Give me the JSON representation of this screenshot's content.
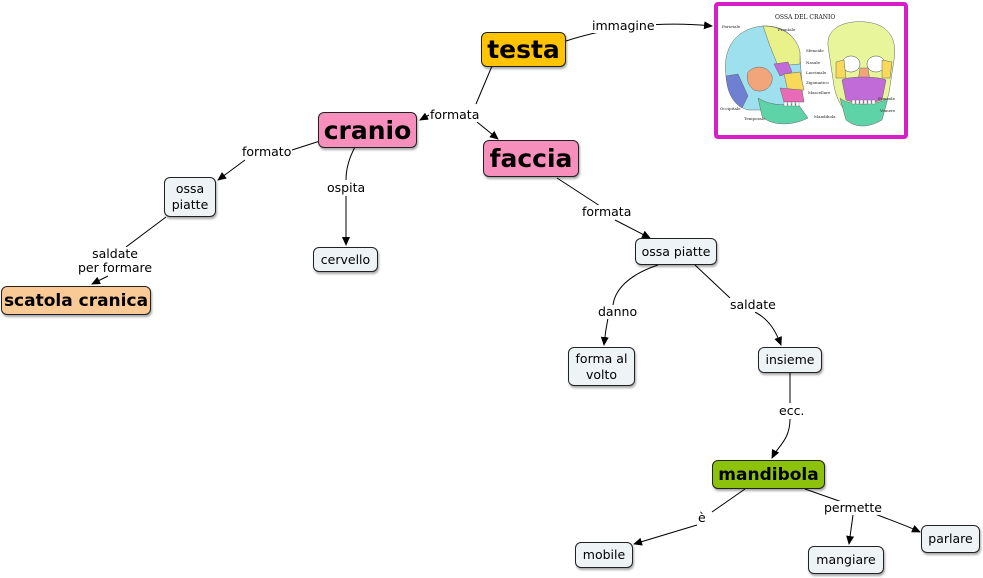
{
  "nodes": {
    "testa": "testa",
    "cranio": "cranio",
    "faccia": "faccia",
    "ossa_piatte_cranio": "ossa\npiatte",
    "cervello": "cervello",
    "scatola_cranica": "scatola cranica",
    "ossa_piatte_faccia": "ossa piatte",
    "forma_al_volto": "forma al\nvolto",
    "insieme": "insieme",
    "mandibola": "mandibola",
    "mobile": "mobile",
    "mangiare": "mangiare",
    "parlare": "parlare"
  },
  "links": {
    "immagine": "immagine",
    "formata_testa": "formata",
    "formato_cranio": "formato",
    "ospita": "ospita",
    "saldate_per_formare": "saldate\nper formare",
    "formata_faccia": "formata",
    "danno": "danno",
    "saldate_faccia": "saldate",
    "ecc": "ecc.",
    "e": "è",
    "permette": "permette"
  },
  "image": {
    "title": "OSSA DEL CRANIO",
    "labels": {
      "parietale": "Parietale",
      "frontale": "Frontale",
      "sfenoide": "Sfenoide",
      "nasale": "Nasale",
      "lacrimale": "Lacrimale",
      "zigomatico": "Zigomatico",
      "mascellare": "Mascellare",
      "mandibola": "Mandibola",
      "occipitale": "Occipitale",
      "temporale": "Temporale",
      "etmoide": "Etmoide",
      "vomere": "Vomere"
    }
  },
  "colors": {
    "testa": "#ffc300",
    "cranio": "#f68fbc",
    "faccia": "#f68fbc",
    "scatola_cranica": "#f9c996",
    "mandibola": "#8cc20b",
    "plain": "#eef3f6",
    "image_border": "#d81ec9"
  }
}
